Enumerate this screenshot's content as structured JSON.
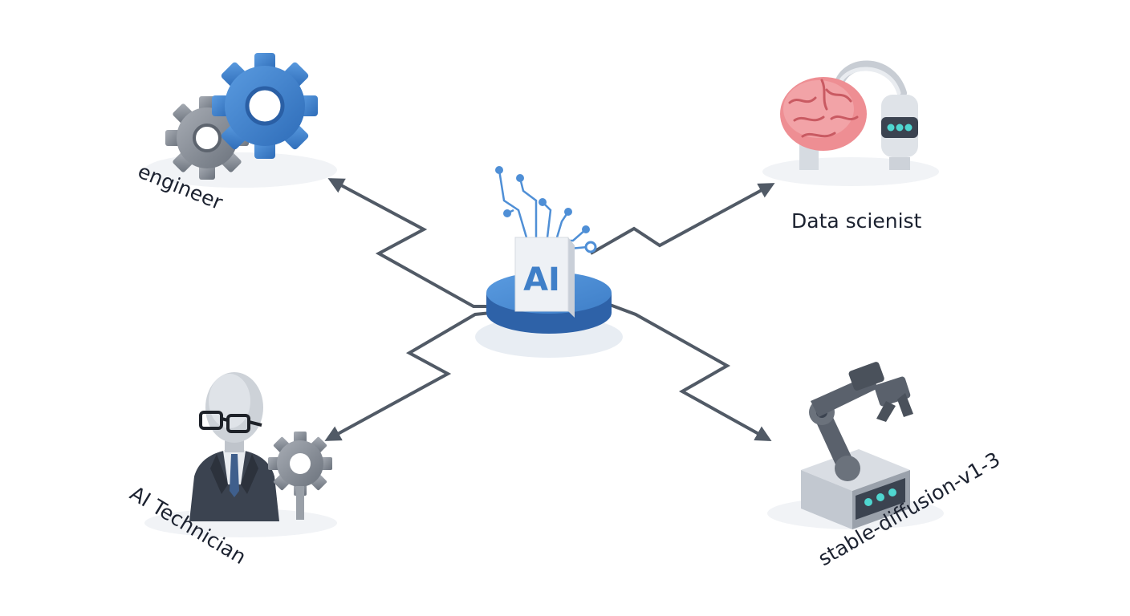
{
  "diagram": {
    "center": {
      "label": "AI"
    },
    "nodes": [
      {
        "id": "engineer",
        "label": "engineer",
        "icon": "gears-icon"
      },
      {
        "id": "data-scientist",
        "label": "Data scienist",
        "icon": "brain-robot-icon"
      },
      {
        "id": "ai-technician",
        "label": "AI Technician",
        "icon": "technician-person-icon"
      },
      {
        "id": "stable-diffusion",
        "label": "stable-diffusion-v1-3",
        "icon": "robotic-arm-icon"
      }
    ]
  },
  "colors": {
    "accent_blue": "#3f7fc8",
    "connector_gray": "#515a66",
    "brain_pink": "#ee8e93"
  }
}
